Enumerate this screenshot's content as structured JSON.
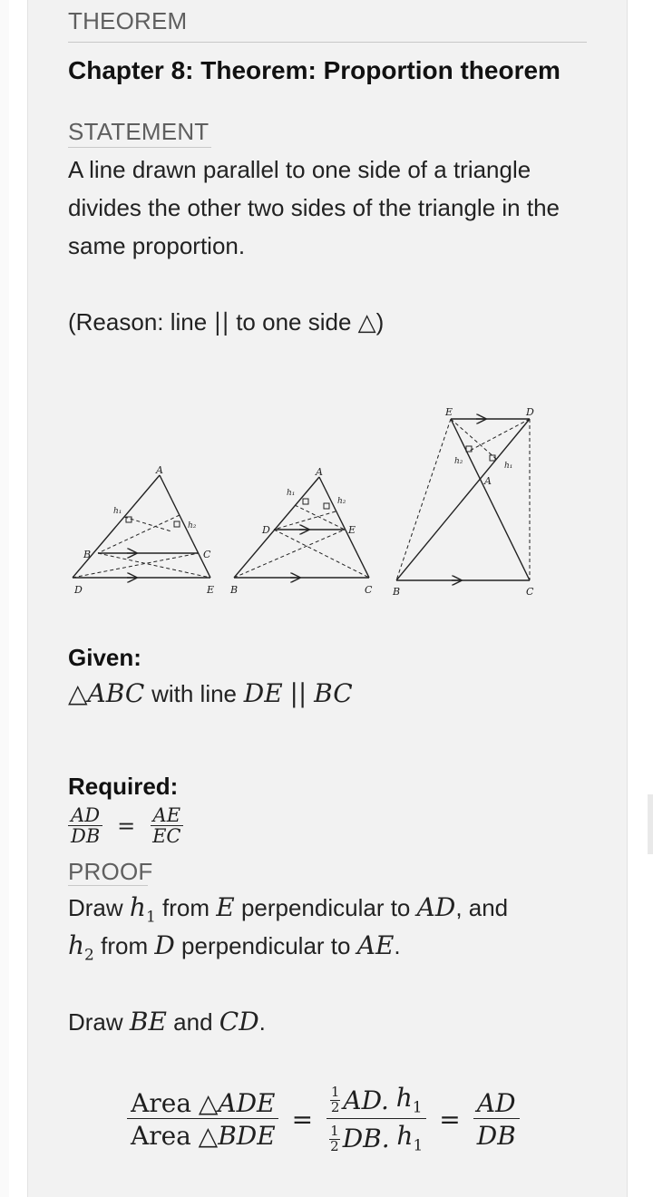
{
  "section_theorem": "THEOREM",
  "title": "Chapter 8: Theorem: Proportion theorem",
  "section_statement": "STATEMENT",
  "statement": "A line drawn parallel to one side of a triangle divides the other two sides of the triangle in the same proportion.",
  "reason": {
    "prefix": "(Reason: line",
    "parallel": "||",
    "middle": "to one side",
    "triangle": "△",
    "suffix": ")"
  },
  "figures": {
    "fig1": {
      "A": "A",
      "B": "B",
      "C": "C",
      "D": "D",
      "E": "E",
      "h1": "h₁",
      "h2": "h₂"
    },
    "fig2": {
      "A": "A",
      "B": "B",
      "C": "C",
      "D": "D",
      "E": "E",
      "h1": "h₁",
      "h2": "h₂"
    },
    "fig3": {
      "A": "A",
      "B": "B",
      "C": "C",
      "D": "D",
      "E": "E",
      "h1": "h₁",
      "h2": "h₂"
    }
  },
  "given": {
    "label": "Given:",
    "tri": "△",
    "abc": "ABC",
    "with_line": "with line",
    "de": "DE",
    "parallel": "||",
    "bc": "BC"
  },
  "required": {
    "label": "Required:",
    "lhs_num": "AD",
    "lhs_den": "DB",
    "eq": "=",
    "rhs_num": "AE",
    "rhs_den": "EC"
  },
  "section_proof": "PROOF",
  "proof_line1": {
    "draw": "Draw",
    "h1": "h",
    "h1_sub": "1",
    "from": "from",
    "E": "E",
    "perp_to": "perpendicular to",
    "AD": "AD",
    "and": ", and"
  },
  "proof_line2": {
    "h2": "h",
    "h2_sub": "2",
    "from": "from",
    "D": "D",
    "perp_to": "perpendicular to",
    "AE": "AE",
    "end": "."
  },
  "proof_line3": {
    "draw": "Draw",
    "BE": "BE",
    "and": "and",
    "CD": "CD",
    "end": "."
  },
  "area_eq": {
    "num1_area": "Area",
    "num1_tri": "△",
    "num1_name": "ADE",
    "den1_area": "Area",
    "den1_tri": "△",
    "den1_name": "BDE",
    "eq1": "=",
    "half_num": "1",
    "half_den": "2",
    "num2": "AD.",
    "den2": "DB.",
    "h": "h",
    "h_sub": "1",
    "eq2": "=",
    "num3": "AD",
    "den3": "DB"
  }
}
